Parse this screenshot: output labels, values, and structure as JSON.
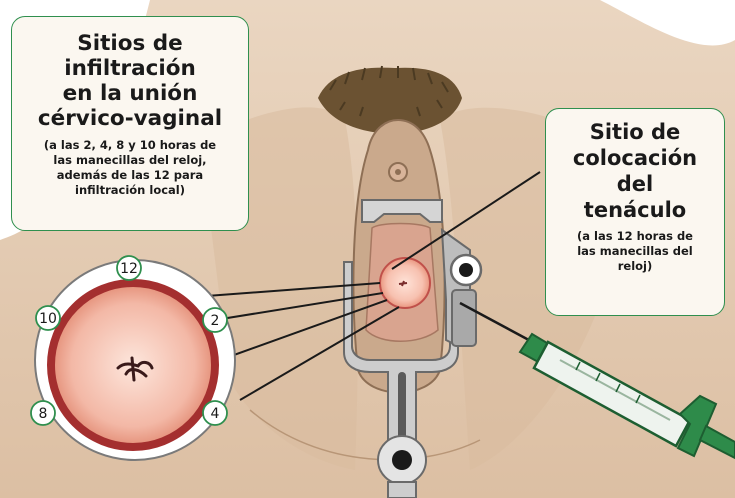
{
  "infiltration_box": {
    "title_lines": [
      "Sitios de",
      "infiltración",
      "en la unión",
      "cérvico-vaginal"
    ],
    "note_lines": [
      "(a las 2, 4, 8 y 10 horas de",
      "las manecillas del reloj,",
      "además de las 12 para",
      "infiltración local)"
    ]
  },
  "tenaculum_box": {
    "title_lines": [
      "Sitio de",
      "colocación",
      "del",
      "tenáculo"
    ],
    "note_lines": [
      "(a las 12 horas de",
      "las manecillas del",
      "reloj)"
    ]
  },
  "clock_positions": [
    "12",
    "2",
    "4",
    "8",
    "10"
  ],
  "colors": {
    "accent_green": "#2f8f4e",
    "skin": "#e3c8ad",
    "cervix_red": "#b83a3a",
    "speculum": "#cfcfcf",
    "callout_bg": "#fbf7f0"
  }
}
